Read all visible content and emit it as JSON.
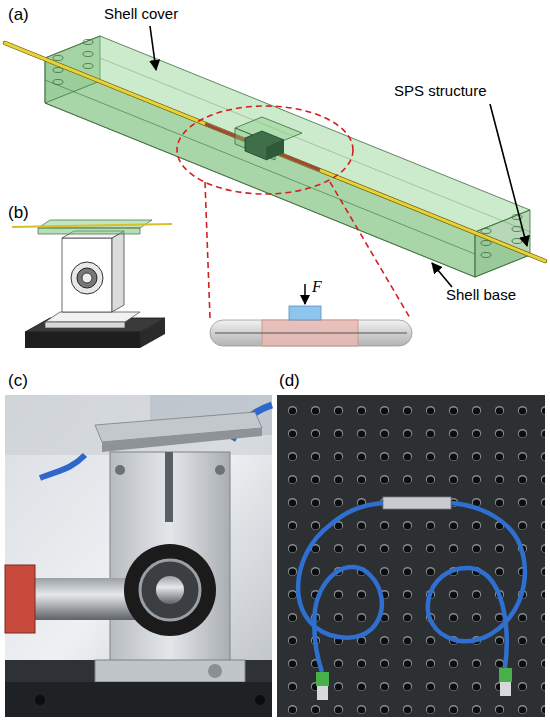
{
  "diagram": {
    "labels": [
      "(a)",
      "Shell cover",
      "SPS structure",
      "(b)",
      "Shell base",
      "F",
      "(c)",
      "(d)"
    ]
  }
}
